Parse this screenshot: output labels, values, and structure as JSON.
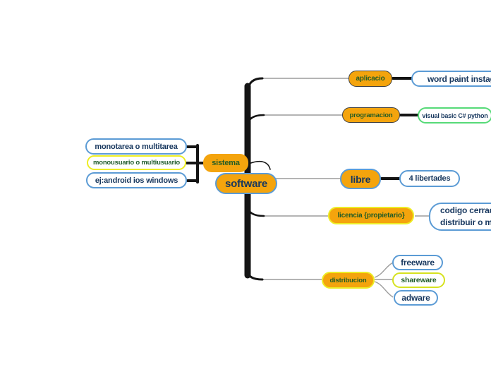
{
  "app": {
    "type": "mind-map",
    "background": "#ffffff"
  },
  "palette": {
    "node_orange": "#F4A40D",
    "border_blue": "#5B9BD5",
    "border_yellow": "#EDED25",
    "border_green": "#56DA78",
    "border_yellowgreen": "#D6E21F",
    "border_dark": "#3F3F3F",
    "text_navy": "#17375E",
    "text_green": "#235C25",
    "line_gray": "#9B9B9B",
    "line_black": "#141414"
  },
  "nodes": {
    "software": {
      "label": "software"
    },
    "sistema": {
      "label": "sistema"
    },
    "monotarea": {
      "label": "monotarea o multitarea"
    },
    "monousuario": {
      "label": "monousuario o multiusuario"
    },
    "ej_android": {
      "label": "ej:android ios windows"
    },
    "aplicacio": {
      "label": "aplicacio"
    },
    "word_paint": {
      "label": "word paint instagram"
    },
    "programacion": {
      "label": "programacion"
    },
    "visual_basic": {
      "label": "visual basic C# python"
    },
    "libre": {
      "label": "libre"
    },
    "libertades": {
      "label": "4 libertades"
    },
    "licencia": {
      "label": "licencia {propietario}"
    },
    "codigo": {
      "line1": "codigo cerrad",
      "line2": "distribuir o m"
    },
    "distribucion": {
      "label": "distribucion"
    },
    "freeware": {
      "label": "freeware"
    },
    "shareware": {
      "label": "shareware"
    },
    "adware": {
      "label": "adware"
    }
  },
  "structure": {
    "root": "software",
    "branches": [
      {
        "parent": "sistema",
        "children": [
          "monotarea o multitarea",
          "monousuario o multiusuario",
          "ej:android ios windows"
        ]
      },
      {
        "parent": "aplicacio",
        "children": [
          "word paint instagram"
        ]
      },
      {
        "parent": "programacion",
        "children": [
          "visual basic C# python"
        ]
      },
      {
        "parent": "libre",
        "children": [
          "4 libertades"
        ]
      },
      {
        "parent": "licencia {propietario}",
        "children": [
          "codigo cerrad distribuir o m"
        ]
      },
      {
        "parent": "distribucion",
        "children": [
          "freeware",
          "shareware",
          "adware"
        ]
      }
    ]
  }
}
